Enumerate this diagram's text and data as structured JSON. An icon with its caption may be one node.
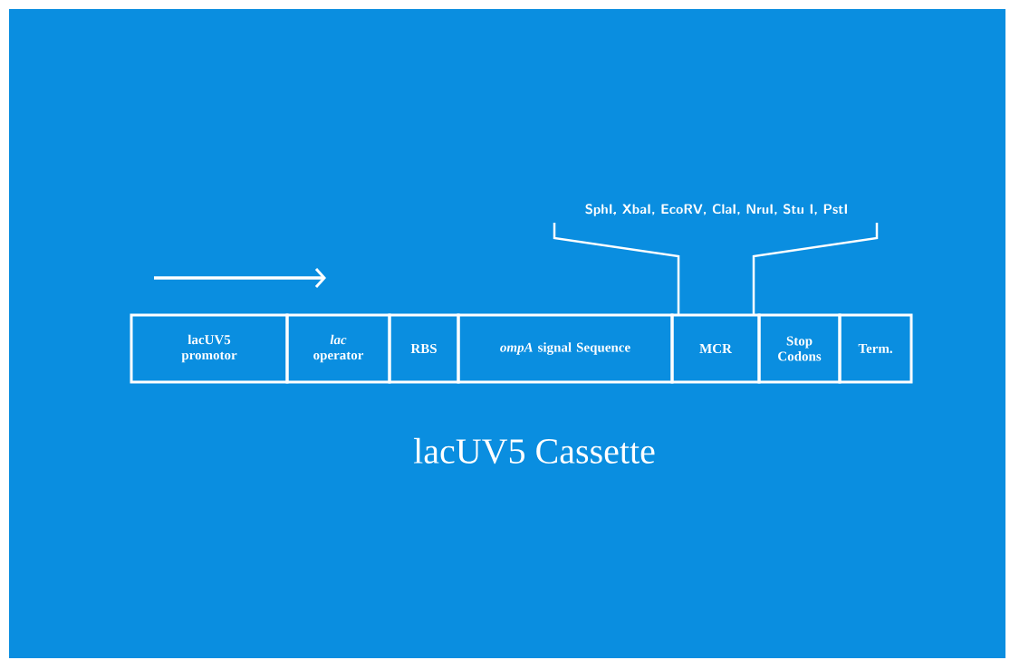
{
  "diagram": {
    "title": "lacUV5 Cassette",
    "nodes": [
      {
        "text": [
          "lacUV5 promotor"
        ]
      },
      {
        "text": [
          "*lac* operator"
        ]
      },
      {
        "text": [
          "RBS"
        ]
      },
      {
        "text": [
          "*ompA* signal Sequence"
        ]
      },
      {
        "text": [
          "MCR"
        ]
      },
      {
        "text": [
          "Stop Codons"
        ]
      },
      {
        "text": [
          "Term."
        ]
      }
    ],
    "labels": [
      "SphI, XbaI, EcoRV, ClaI, NruI,  Stu I, PstI"
    ]
  }
}
